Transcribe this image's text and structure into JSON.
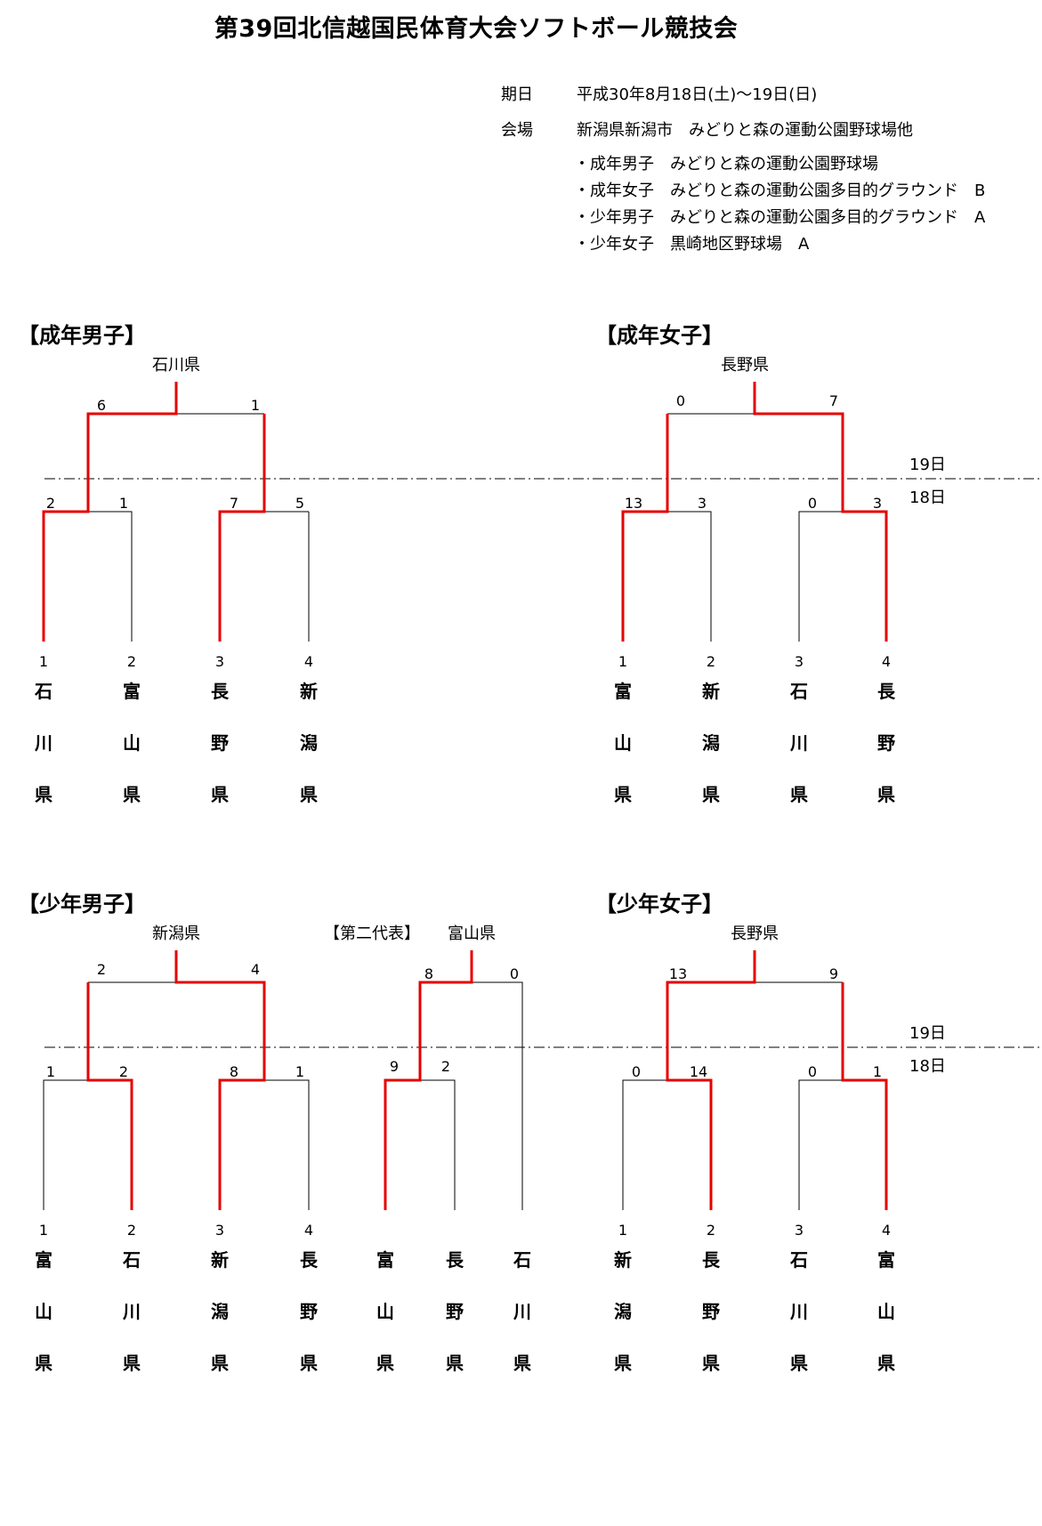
{
  "title": "第39回北信越国民体育大会ソフトボール競技会",
  "schedule": {
    "date_label": "期日",
    "date_value": "平成30年8月18日(土)〜19日(日)",
    "venue_label": "会場",
    "venue_value": "新潟県新潟市　みどりと森の運動公園野球場他",
    "venue_list": [
      "・成年男子　みどりと森の運動公園野球場",
      "・成年女子　みどりと森の運動公園多目的グラウンド　B",
      "・少年男子　みどりと森の運動公園多目的グラウンド　A",
      "・少年女子　黒崎地区野球場　A"
    ]
  },
  "day_labels": {
    "day19": "19日",
    "day18": "18日"
  },
  "brackets": {
    "adult_men": {
      "heading": "【成年男子】",
      "champion": "石川県",
      "final_scores": [
        "6",
        "1"
      ],
      "semi_scores": [
        "2",
        "1",
        "7",
        "5"
      ],
      "seeds": [
        "1",
        "2",
        "3",
        "4"
      ],
      "teams": [
        [
          "石",
          "川",
          "県"
        ],
        [
          "富",
          "山",
          "県"
        ],
        [
          "長",
          "野",
          "県"
        ],
        [
          "新",
          "潟",
          "県"
        ]
      ]
    },
    "adult_women": {
      "heading": "【成年女子】",
      "champion": "長野県",
      "final_scores": [
        "0",
        "7"
      ],
      "semi_scores": [
        "13",
        "3",
        "0",
        "3"
      ],
      "seeds": [
        "1",
        "2",
        "3",
        "4"
      ],
      "teams": [
        [
          "富",
          "山",
          "県"
        ],
        [
          "新",
          "潟",
          "県"
        ],
        [
          "石",
          "川",
          "県"
        ],
        [
          "長",
          "野",
          "県"
        ]
      ]
    },
    "boys": {
      "heading": "【少年男子】",
      "champion": "新潟県",
      "final_scores": [
        "2",
        "4"
      ],
      "semi_scores": [
        "1",
        "2",
        "8",
        "1"
      ],
      "seeds": [
        "1",
        "2",
        "3",
        "4"
      ],
      "teams": [
        [
          "富",
          "山",
          "県"
        ],
        [
          "石",
          "川",
          "県"
        ],
        [
          "新",
          "潟",
          "県"
        ],
        [
          "長",
          "野",
          "県"
        ]
      ]
    },
    "boys_second": {
      "label": "【第二代表】",
      "champion": "富山県",
      "final_scores": [
        "8",
        "0"
      ],
      "semi_scores": [
        "9",
        "2"
      ],
      "teams": [
        [
          "富",
          "山",
          "県"
        ],
        [
          "長",
          "野",
          "県"
        ],
        [
          "石",
          "川",
          "県"
        ]
      ]
    },
    "girls": {
      "heading": "【少年女子】",
      "champion": "長野県",
      "final_scores": [
        "13",
        "9"
      ],
      "semi_scores": [
        "0",
        "14",
        "0",
        "1"
      ],
      "seeds": [
        "1",
        "2",
        "3",
        "4"
      ],
      "teams": [
        [
          "新",
          "潟",
          "県"
        ],
        [
          "長",
          "野",
          "県"
        ],
        [
          "石",
          "川",
          "県"
        ],
        [
          "富",
          "山",
          "県"
        ]
      ]
    }
  }
}
